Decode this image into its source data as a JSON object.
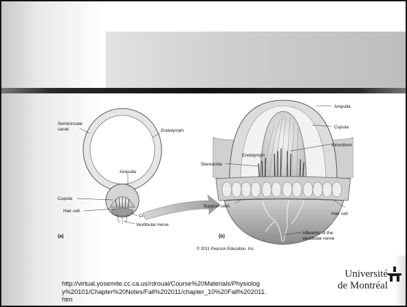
{
  "figure": {
    "panel_a": {
      "tag": "(a)",
      "labels": {
        "semicircular_canal_1": "Semicircular",
        "semicircular_canal_2": "canal",
        "endolymph": "Endolymph",
        "ampulla": "Ampulla",
        "cupula": "Cupula",
        "hair_cell": "Hair cell",
        "cristae": "Cristae",
        "vestibular_nerve": "Vestibular nerve"
      }
    },
    "panel_b": {
      "tag": "(b)",
      "labels": {
        "ampulla": "Ampulla",
        "cupula": "Cupula",
        "endolymph": "Endolymph",
        "kinocilium": "Kinocilium",
        "stereocilia": "Stereocilia",
        "support_cells": "Support cells",
        "hair_cell": "Hair cell",
        "afferents_1": "Afferents of the",
        "afferents_2": "vestibular nerve"
      }
    },
    "copyright": "© 2011 Pearson Education, Inc."
  },
  "source_url": "http://virtual.yosemite.cc.ca.us/rdroual/Course%20Materials/Physiology%20101/Chapter%20Notes/Fall%202011/chapter_10%20Fall%202011.htm",
  "logo": {
    "line1": "Université",
    "line2": "de Montréal"
  }
}
